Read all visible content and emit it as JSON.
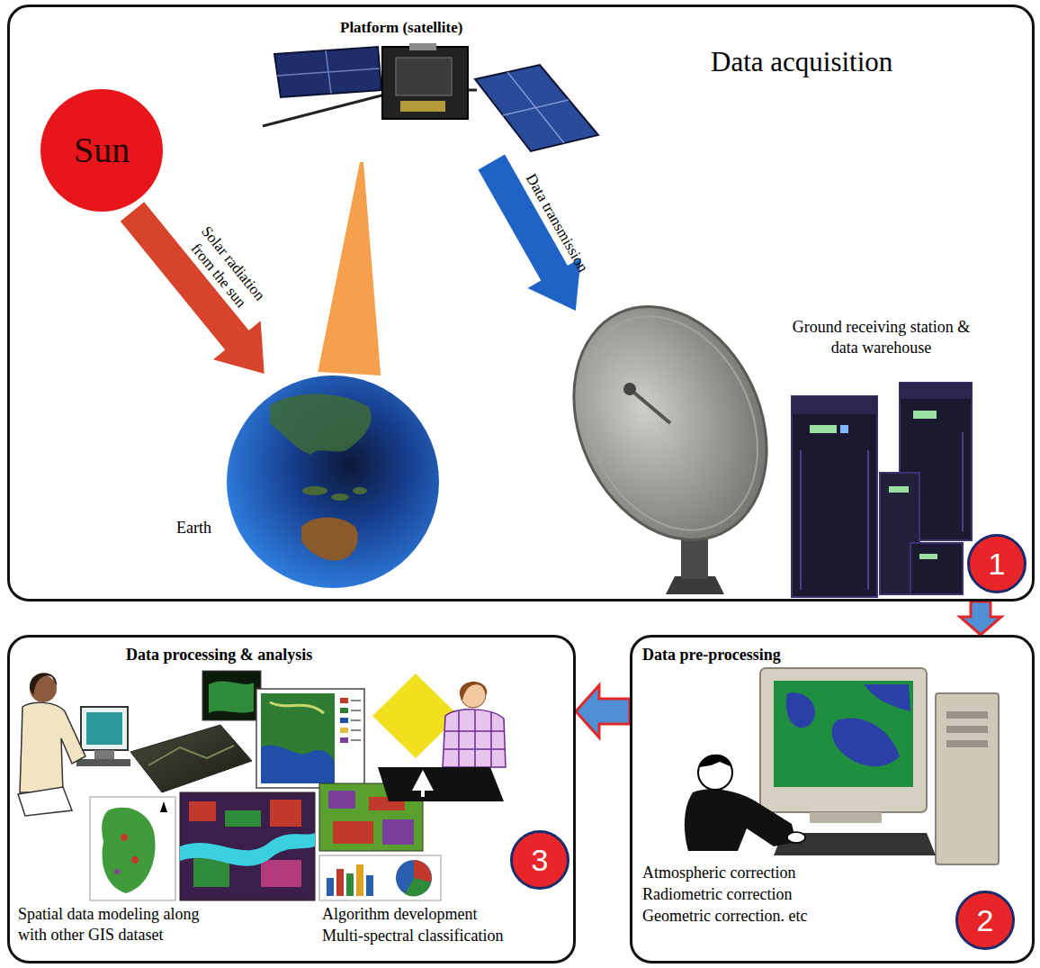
{
  "diagram": {
    "nodes": [
      {
        "text": [
          "Data acquisition"
        ]
      },
      {
        "text": [
          "Sun"
        ],
        "in": 0
      },
      {
        "text": [
          "Platform (satellite)"
        ],
        "in": 0
      },
      {
        "text": [
          "Earth"
        ],
        "in": 0
      },
      {
        "text": [
          "Ground receiving station & data warehouse"
        ],
        "in": 0
      },
      {
        "text": [
          "Data pre-processing",
          "Atmospheric correction",
          "Radiometric correction",
          "Geometric correction. etc"
        ]
      },
      {
        "text": [
          "Data processing & analysis",
          "Spatial data modeling along with other GIS dataset",
          "Algorithm development",
          "Multi-spectral classification"
        ]
      }
    ],
    "edges": [
      {
        "from": 1,
        "to": 3,
        "label": "Solar radiation from the sun",
        "arrow": "to"
      },
      {
        "from": 2,
        "to": 3,
        "arrow": "none"
      },
      {
        "from": 2,
        "to": 4,
        "label": "Data transmission",
        "arrow": "to"
      },
      {
        "from": 0,
        "to": 5,
        "arrow": "to"
      },
      {
        "from": 5,
        "to": 6,
        "arrow": "to"
      }
    ],
    "labels": [
      "1",
      "2",
      "3"
    ]
  }
}
